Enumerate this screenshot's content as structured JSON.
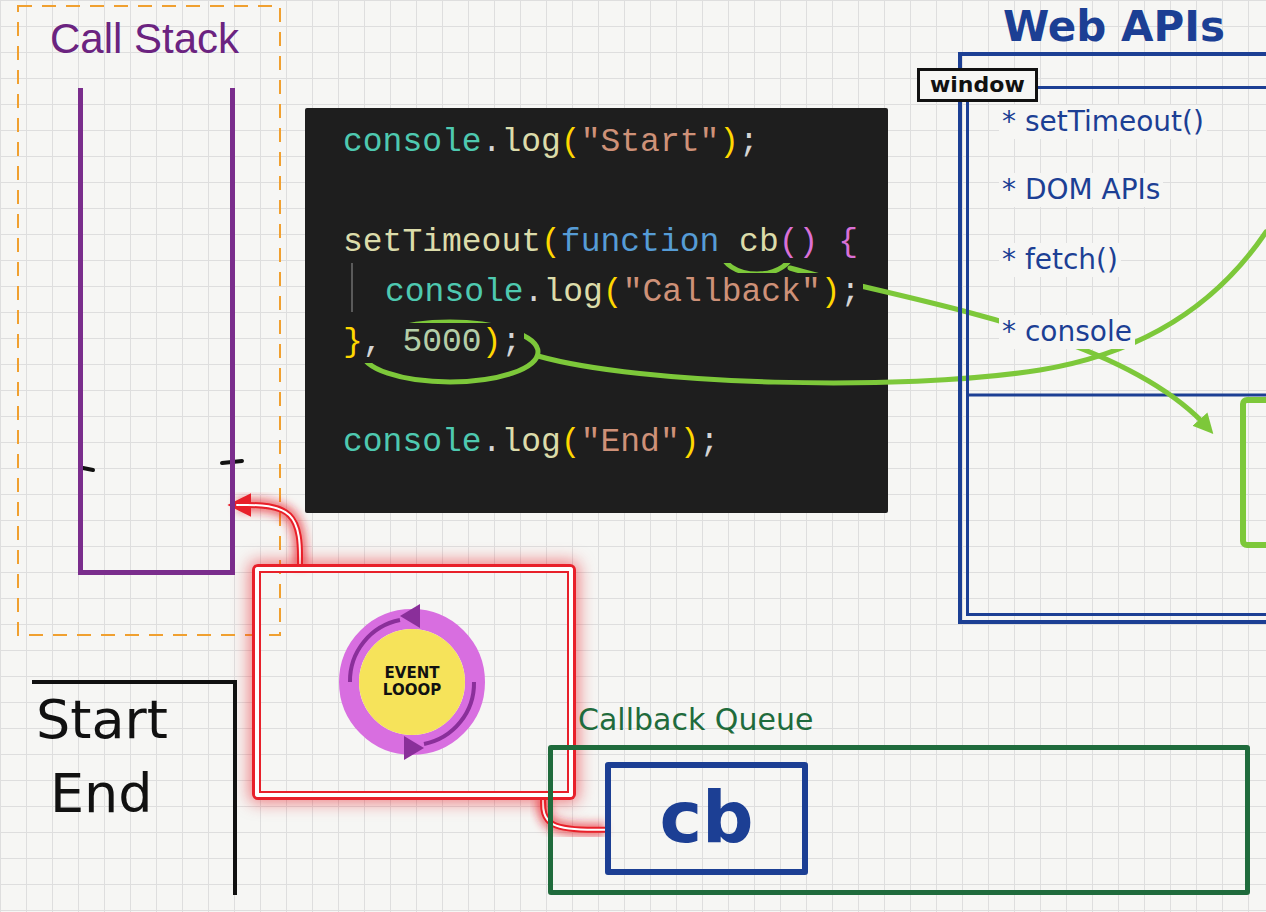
{
  "diagram": {
    "nodes": [
      {
        "text": [
          "Call Stack"
        ]
      },
      {
        "text": [
          "console.log(\"Start\");",
          "setTimeout(function cb() {",
          "console.log(\"Callback\");",
          "}, 5000);",
          "console.log(\"End\");"
        ]
      },
      {
        "text": [
          "Web APIs"
        ]
      },
      {
        "text": [
          "window",
          "* setTimeout()",
          "* DOM APIs",
          "* fetch()",
          "* console"
        ],
        "in": 2
      },
      {
        "text": [
          "EVENT LOOOP"
        ]
      },
      {
        "text": [
          "Start",
          "End"
        ]
      },
      {
        "text": [
          "Callback Queue"
        ]
      },
      {
        "text": [
          "cb"
        ],
        "in": 6
      }
    ],
    "edges": [
      {
        "from": 4,
        "to": 0,
        "arrow": "to"
      },
      {
        "from": 7,
        "to": 4,
        "arrow": "none"
      }
    ]
  }
}
